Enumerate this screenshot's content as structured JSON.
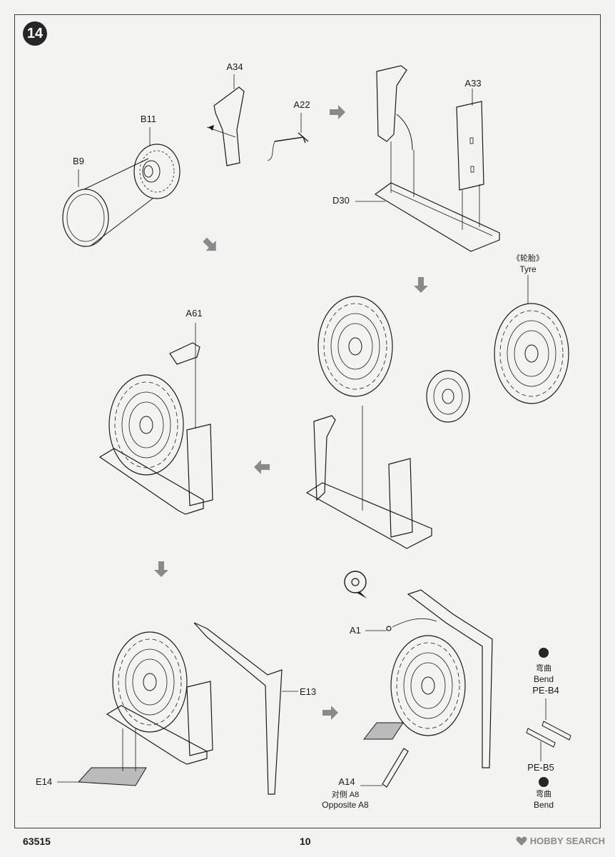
{
  "step": "14",
  "parts": {
    "a34": "A34",
    "a22": "A22",
    "a33": "A33",
    "b11": "B11",
    "b9": "B9",
    "d30": "D30",
    "a61": "A61",
    "e13": "E13",
    "e14": "E14",
    "a1": "A1",
    "pe_b4": "PE-B4",
    "pe_b5": "PE-B5",
    "a14": "A14"
  },
  "tyre": {
    "cn": "《轮胎》",
    "en": "Tyre"
  },
  "bend_top": {
    "cn": "弯曲",
    "en": "Bend"
  },
  "bend_bottom": {
    "cn": "弯曲",
    "en": "Bend"
  },
  "opposite": {
    "cn": "对侧 A8",
    "en": "Opposite A8"
  },
  "footer": {
    "kit_number": "63515",
    "page_number": "10"
  },
  "watermark": "HOBBY SEARCH",
  "colors": {
    "line": "#1a1a1a",
    "paper": "#f3f3f1",
    "arrow": "#777777"
  }
}
